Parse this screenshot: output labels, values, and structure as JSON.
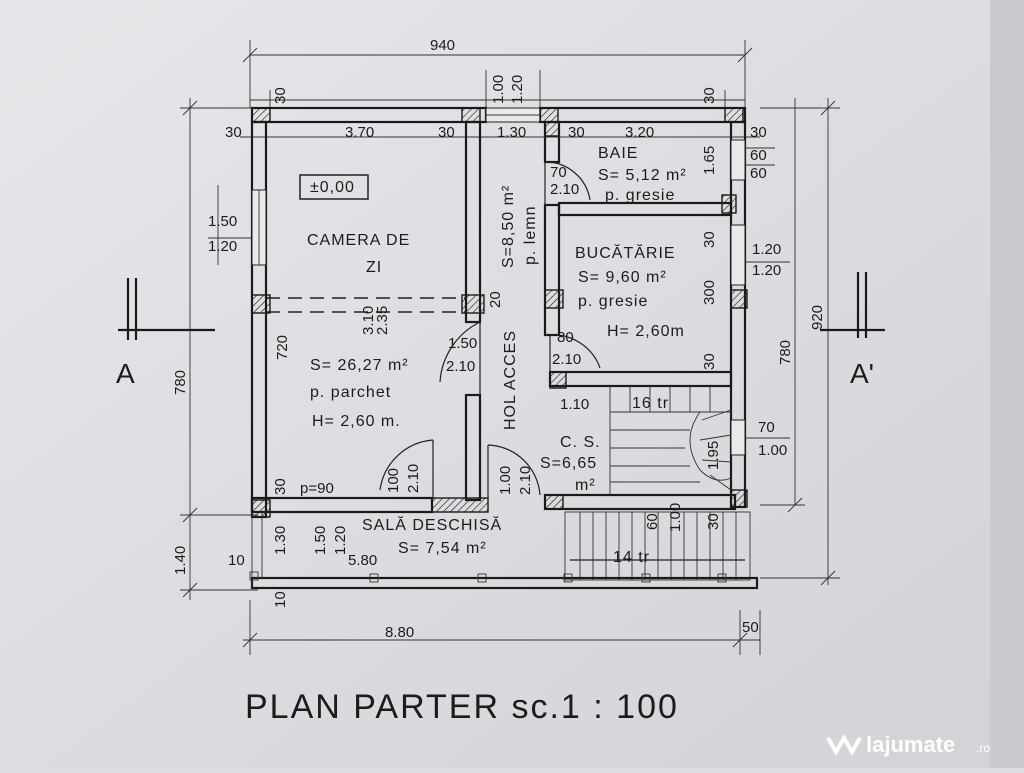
{
  "plan": {
    "title": "PLAN PARTER sc.1 : 100",
    "dimensions": {
      "top_total": "940",
      "bottom_total": "8.80",
      "bottom_extra": "50",
      "left_total": "780",
      "left_lower": "1.40",
      "right_outer": "920",
      "right_inner": "780",
      "top_left_30": "30",
      "top_mid_100": "1.00",
      "top_mid_120": "1.20",
      "top_right_30": "30",
      "row_left_30": "30",
      "row_370": "3.70",
      "row_mid_30": "30",
      "row_130": "1.30",
      "row_30b": "30",
      "row_320": "3.20",
      "row_right_30": "30",
      "right_60a": "60",
      "right_60b": "60",
      "right_165": "1.65",
      "win_left_150": "1.50",
      "win_left_120": "1.20",
      "left_720": "720",
      "d_310": "3.10",
      "d_235": "2.35",
      "door_150": "1.50",
      "door_210a": "2.10",
      "d_20": "20",
      "right_120a": "1.20",
      "right_120b": "1.20",
      "right_30c": "30",
      "right_300": "300",
      "right_30d": "30",
      "door_80": "80",
      "door_210b": "2.10",
      "door_70": "70",
      "door_210c": "2.10",
      "d_110": "1.10",
      "right_70": "70",
      "right_100": "1.00",
      "stairs_195": "1.95",
      "p90": "p=90",
      "d_30a": "30",
      "door_100a": "100",
      "door_210d": "2.10",
      "door_100b": "1.00",
      "door_210e": "2.10",
      "d_150b": "1.50",
      "d_120c": "1.20",
      "d_130b": "1.30",
      "d_580": "5.80",
      "d_10a": "10",
      "d_10b": "10",
      "d_60c": "60",
      "d_100c": "1.00",
      "d_30e": "30"
    },
    "rooms": {
      "level": "±0,00",
      "camera_line1": "CAMERA DE",
      "camera_line2": "ZI",
      "camera_area": "S= 26,27 m²",
      "camera_floor": "p. parchet",
      "camera_height": "H= 2,60 m.",
      "hol_area": "S=8,50 m²",
      "hol_floor": "p. lemn",
      "hol_name": "HOL ACCES",
      "baie_name": "BAIE",
      "baie_area": "S= 5,12 m²",
      "baie_floor": "p. gresie",
      "bucatarie_name": "BUCĂTĂRIE",
      "bucatarie_area": "S= 9,60 m²",
      "bucatarie_floor": "p. gresie",
      "bucatarie_height": "H= 2,60m",
      "cs_name": "C. S.",
      "cs_area": "S=6,65",
      "cs_unit": "m²",
      "stairs_16": "16 tr",
      "stairs_14": "14 tr",
      "sala_name": "SALĂ DESCHISĂ",
      "sala_area": "S= 7,54 m²"
    },
    "section": {
      "left": "A",
      "right": "A'"
    }
  },
  "watermark": {
    "brand": "lajumate",
    "tld": ".ro"
  }
}
